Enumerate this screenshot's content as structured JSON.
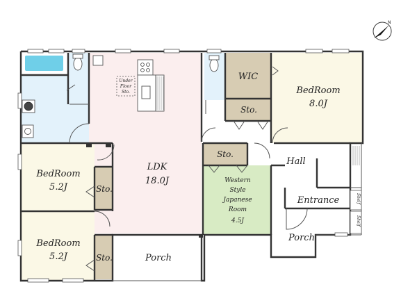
{
  "colors": {
    "bedroom": "#fbf8e6",
    "ldk": "#fbeeee",
    "storage": "#d7ccb3",
    "wic": "#d7ccb3",
    "japanese": "#d8ebc4",
    "wet": "#e3f2fb",
    "bath": "#6fcfe8",
    "white": "#ffffff",
    "wall": "#333333"
  },
  "compass": {
    "letter": "N"
  },
  "rooms": {
    "wic": "WIC",
    "bedroom_main": {
      "name": "BedRoom",
      "size": "8.0J"
    },
    "sto_upper": "Sto.",
    "underfloor": {
      "line1": "Under",
      "line2": "Floor",
      "line3": "Sto."
    },
    "sto_mid": "Sto.",
    "hall": "Hall",
    "ldk": {
      "name": "LDK",
      "size": "18.0J"
    },
    "bedroom_left_top": {
      "name": "BedRoom",
      "size": "5.2J"
    },
    "sto_left_top": "Sto.",
    "western": {
      "line1": "Western",
      "line2": "Style",
      "line3": "Japanese",
      "line4": "Room",
      "size": "4.5J"
    },
    "entrance": "Entrance",
    "shelf1": "Shelf",
    "shelf2": "Shelf",
    "bedroom_left_bottom": {
      "name": "BedRoom",
      "size": "5.2J"
    },
    "sto_left_bottom": "Sto.",
    "porch_left": "Porch",
    "porch_right": "Porch"
  }
}
